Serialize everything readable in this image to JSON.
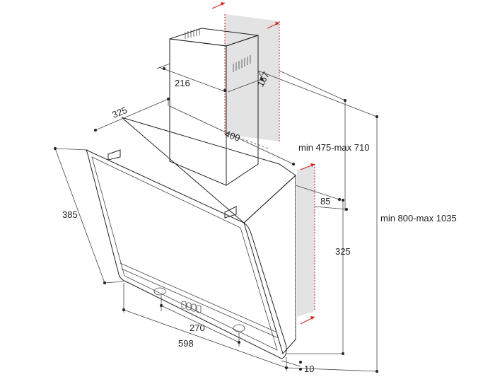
{
  "dimensions": {
    "chimney_width": "216",
    "chimney_depth": "167",
    "hood_top_depth": "325",
    "hood_top_width": "400",
    "hood_side_height": "385",
    "wall_gap_85": "85",
    "chimney_range": "min 475-max 710",
    "total_range": "min 800-max 1035",
    "hood_height": "325",
    "control_span": "270",
    "hood_width": "598",
    "bottom_gap": "10"
  },
  "colors": {
    "line": "#222222",
    "wall_fill": "#e3e3e3",
    "wall_edge": "#cc2222"
  }
}
